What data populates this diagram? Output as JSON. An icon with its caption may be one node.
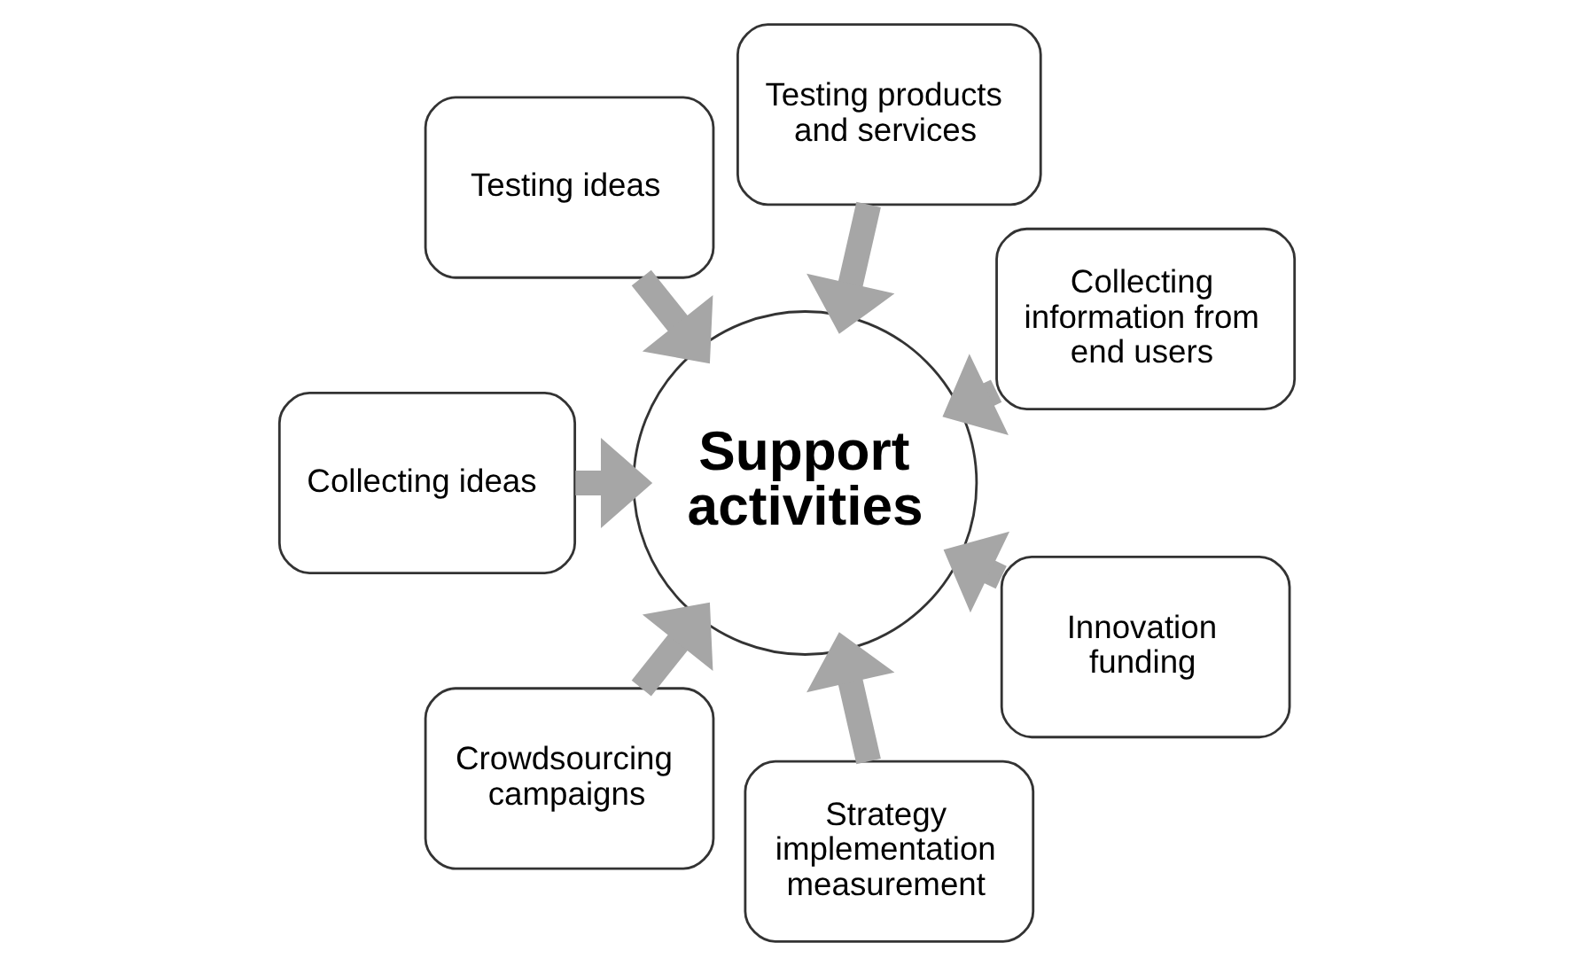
{
  "diagram": {
    "nodes": [
      {
        "text": [
          "Collecting information from end users"
        ]
      },
      {
        "text": [
          "Testing products and services"
        ]
      },
      {
        "text": [
          "Testing ideas"
        ]
      },
      {
        "text": [
          "Collecting ideas"
        ]
      },
      {
        "text": [
          "Crowdsourcing campaigns"
        ]
      },
      {
        "text": [
          "Strategy implementation measurement"
        ]
      },
      {
        "text": [
          "Innovation funding"
        ]
      },
      {
        "text": [
          "Support activities"
        ]
      }
    ],
    "edges": [
      {
        "from": 0,
        "to": 7,
        "arrow": "to"
      },
      {
        "from": 1,
        "to": 7,
        "arrow": "to"
      },
      {
        "from": 2,
        "to": 7,
        "arrow": "to"
      },
      {
        "from": 3,
        "to": 7,
        "arrow": "to"
      },
      {
        "from": 4,
        "to": 7,
        "arrow": "to"
      },
      {
        "from": 5,
        "to": 7,
        "arrow": "to"
      },
      {
        "from": 6,
        "to": 7,
        "arrow": "to"
      }
    ]
  }
}
